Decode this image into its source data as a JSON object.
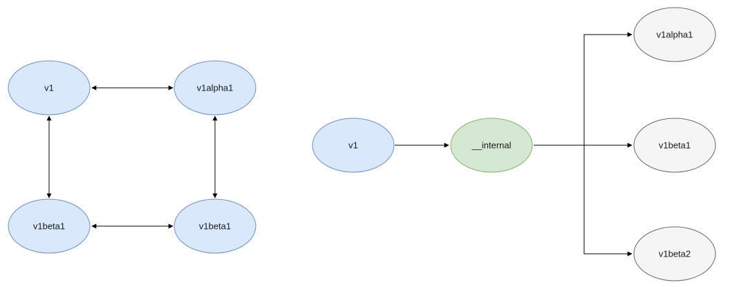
{
  "left_diagram": {
    "nodes": {
      "n_v1": {
        "label": "v1",
        "fill": "#dae8fc",
        "stroke": "#6c8ebf"
      },
      "n_v1alpha1": {
        "label": "v1alpha1",
        "fill": "#dae8fc",
        "stroke": "#6c8ebf"
      },
      "n_v1beta1_left": {
        "label": "v1beta1",
        "fill": "#dae8fc",
        "stroke": "#6c8ebf"
      },
      "n_v1beta1_right": {
        "label": "v1beta1",
        "fill": "#dae8fc",
        "stroke": "#6c8ebf"
      }
    },
    "edges": [
      {
        "from": "n_v1",
        "to": "n_v1alpha1",
        "bidirectional": true
      },
      {
        "from": "n_v1",
        "to": "n_v1beta1_left",
        "bidirectional": true
      },
      {
        "from": "n_v1alpha1",
        "to": "n_v1beta1_right",
        "bidirectional": true
      },
      {
        "from": "n_v1beta1_left",
        "to": "n_v1beta1_right",
        "bidirectional": true
      }
    ]
  },
  "right_diagram": {
    "nodes": {
      "n_v1": {
        "label": "v1",
        "fill": "#dae8fc",
        "stroke": "#6c8ebf"
      },
      "n_internal": {
        "label": "__internal",
        "fill": "#d5e8d4",
        "stroke": "#82b366"
      },
      "n_v1alpha1": {
        "label": "v1alpha1",
        "fill": "#f5f5f5",
        "stroke": "#666666"
      },
      "n_v1beta1": {
        "label": "v1beta1",
        "fill": "#f5f5f5",
        "stroke": "#666666"
      },
      "n_v1beta2": {
        "label": "v1beta2",
        "fill": "#f5f5f5",
        "stroke": "#666666"
      }
    },
    "edges": [
      {
        "from": "n_v1",
        "to": "n_internal",
        "bidirectional": false
      },
      {
        "from": "n_internal",
        "to": "n_v1alpha1",
        "bidirectional": false
      },
      {
        "from": "n_internal",
        "to": "n_v1beta1",
        "bidirectional": false
      },
      {
        "from": "n_internal",
        "to": "n_v1beta2",
        "bidirectional": false
      }
    ]
  },
  "colors": {
    "edge": "#000000",
    "background": "#ffffff"
  }
}
